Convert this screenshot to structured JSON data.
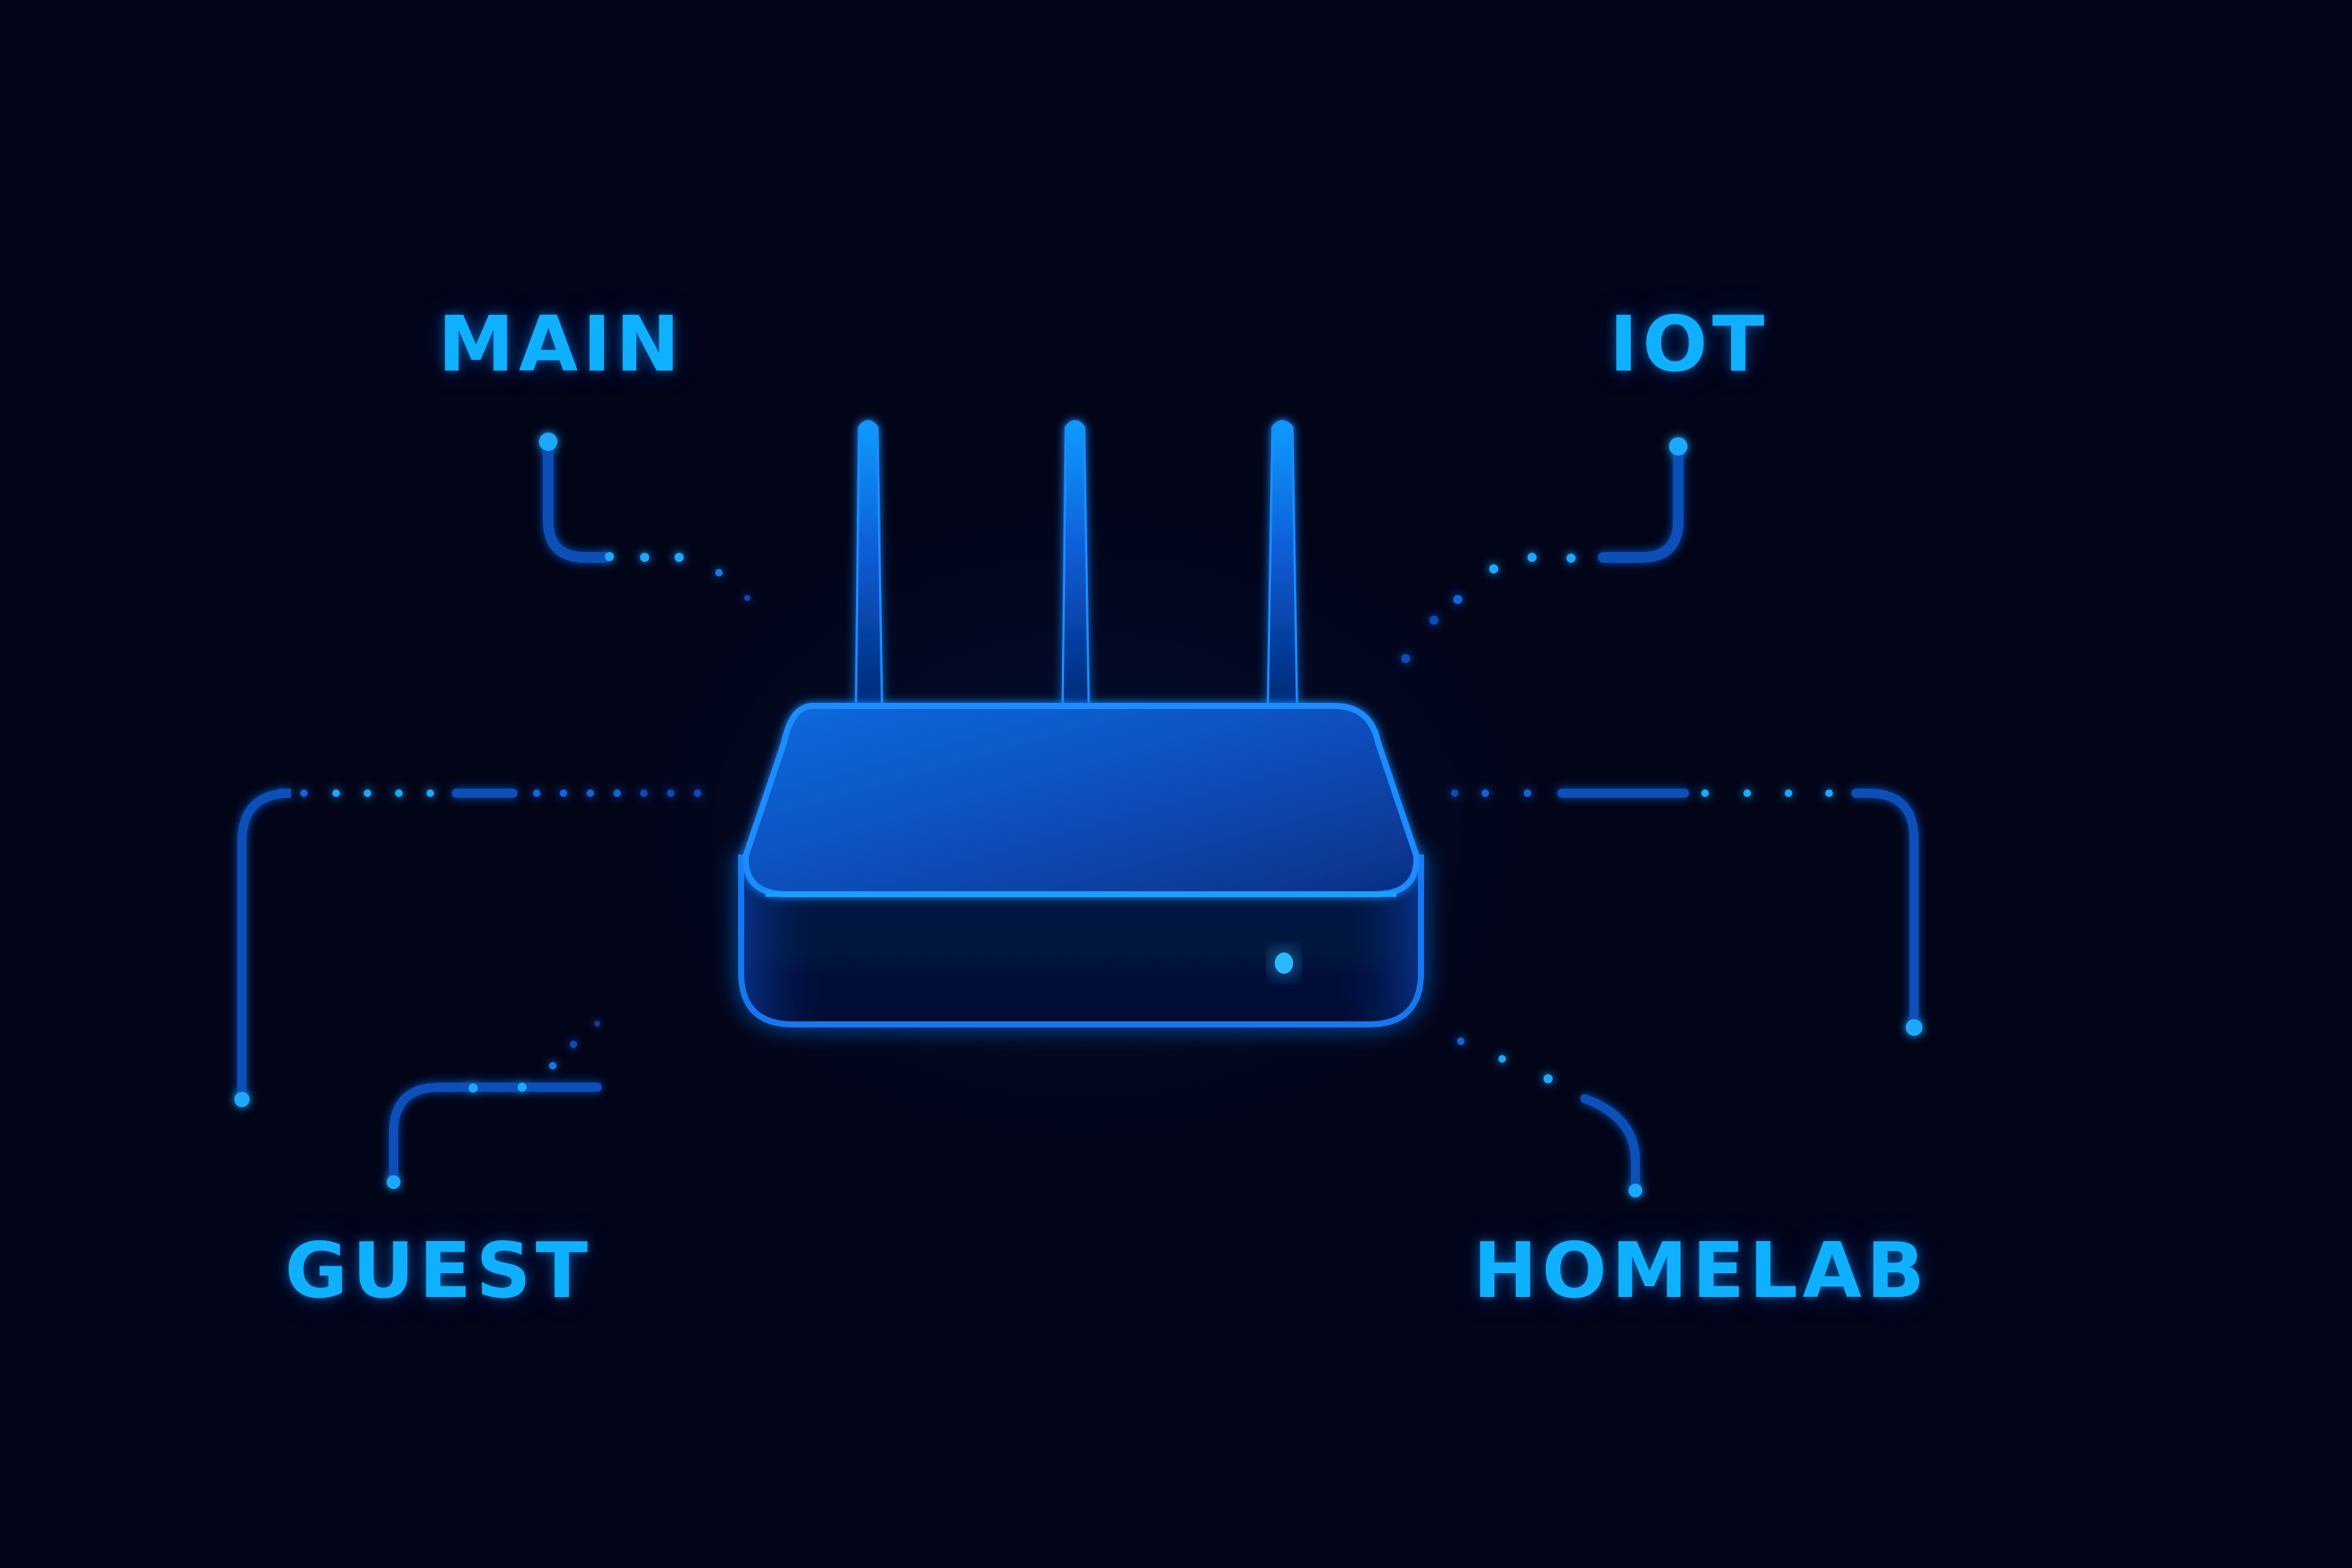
{
  "diagram": {
    "title": "",
    "type": "network-topology",
    "center_node": {
      "id": "router",
      "kind": "wireless-router",
      "icon": "router-icon",
      "antennas": 3,
      "status_led": "on"
    },
    "segments": [
      {
        "id": "main",
        "label": "MAIN",
        "position": "top-left",
        "connector": "dotted"
      },
      {
        "id": "iot",
        "label": "IOT",
        "position": "top-right",
        "connector": "dotted"
      },
      {
        "id": "guest",
        "label": "GUEST",
        "position": "bottom-left",
        "connector": "dotted"
      },
      {
        "id": "homelab",
        "label": "HOMELAB",
        "position": "bottom-right",
        "connector": "dotted"
      }
    ],
    "edges": [
      {
        "from": "router",
        "to": "main"
      },
      {
        "from": "router",
        "to": "iot"
      },
      {
        "from": "router",
        "to": "guest"
      },
      {
        "from": "router",
        "to": "homelab"
      },
      {
        "from": "router",
        "to": "left-branch"
      },
      {
        "from": "router",
        "to": "right-branch"
      }
    ]
  },
  "labels": {
    "main": "MAIN",
    "iot": "IOT",
    "guest": "GUEST",
    "homelab": "HOMELAB"
  },
  "colors": {
    "background": "#020418",
    "accent": "#0fb0ff",
    "router_top": "#0a5fd6",
    "router_edge": "#1a8cff",
    "router_front": "#021340",
    "connector": "#0a4fb8",
    "dot": "#1aa8ff"
  }
}
